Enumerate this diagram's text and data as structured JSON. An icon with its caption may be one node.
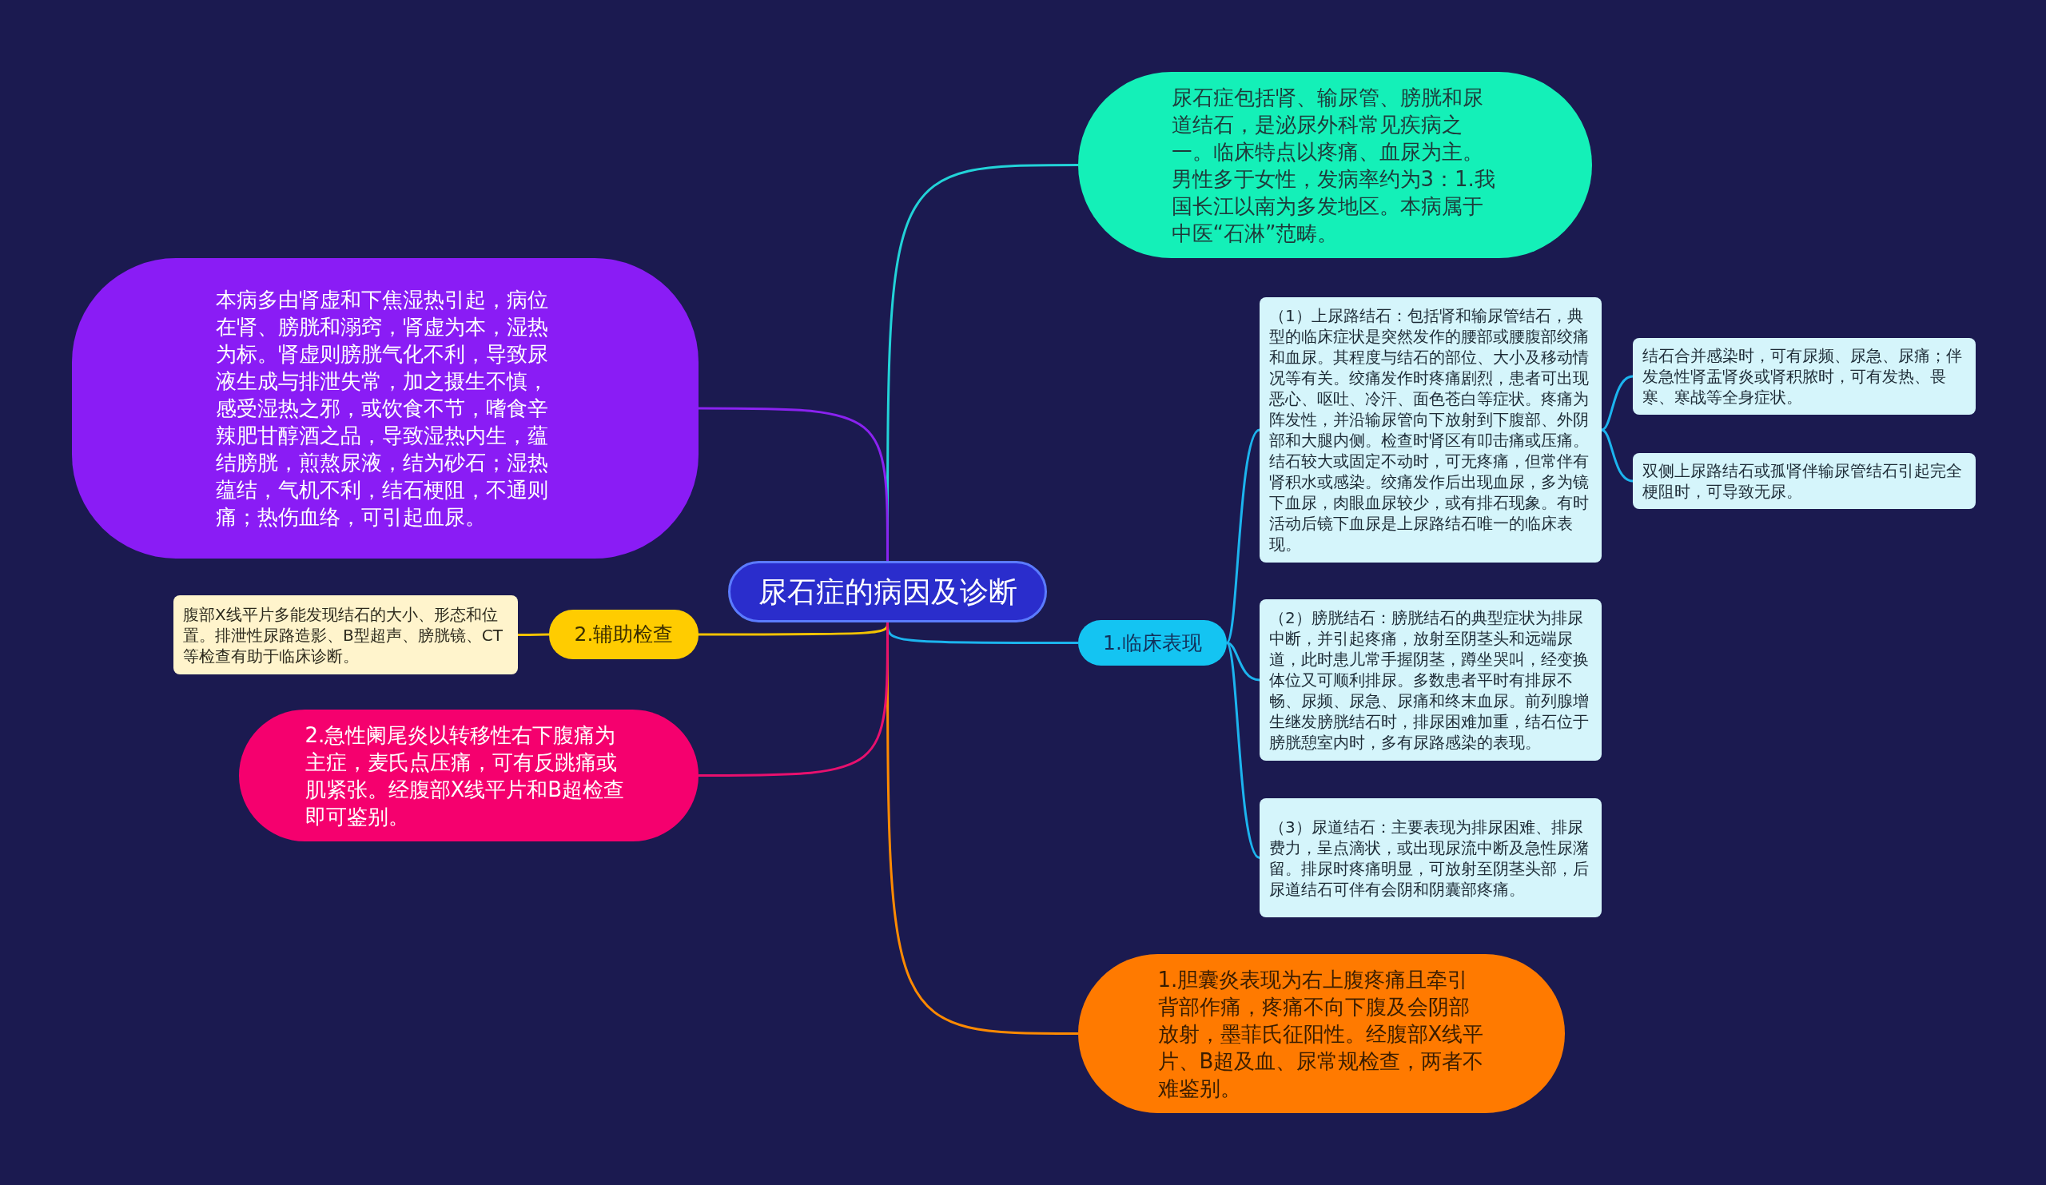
{
  "diagram": {
    "nodes": [
      {
        "text": [
          "尿石症的病因及诊断"
        ]
      },
      {
        "text": [
          "尿石症包括肾、输尿管、膀胱和尿道结石，是泌尿外科常见疾病之一。临床特点以疼痛、血尿为主。男性多于女性，发病率约为3：1.我国长江以南为多发地区。本病属于中医“石淋”范畴。"
        ]
      },
      {
        "text": [
          "1.临床表现"
        ]
      },
      {
        "text": [
          "（1）上尿路结石：包括肾和输尿管结石，典型的临床症状是突然发作的腰部或腰腹部绞痛和血尿。其程度与结石的部位、大小及移动情况等有关。绞痛发作时疼痛剧烈，患者可出现恶心、呕吐、冷汗、面色苍白等症状。疼痛为阵发性，并沿输尿管向下放射到下腹部、外阴部和大腿内侧。检查时肾区有叩击痛或压痛。结石较大或固定不动时，可无疼痛，但常伴有肾积水或感染。绞痛发作后出现血尿，多为镜下血尿，肉眼血尿较少，或有排石现象。有时活动后镜下血尿是上尿路结石唯一的临床表现。"
        ]
      },
      {
        "text": [
          "结石合并感染时，可有尿频、尿急、尿痛；伴发急性肾盂肾炎或肾积脓时，可有发热、畏寒、寒战等全身症状。"
        ]
      },
      {
        "text": [
          "双侧上尿路结石或孤肾伴输尿管结石引起完全梗阻时，可导致无尿。"
        ]
      },
      {
        "text": [
          "（2）膀胱结石：膀胱结石的典型症状为排尿中断，并引起疼痛，放射至阴茎头和远端尿道，此时患儿常手握阴茎，蹲坐哭叫，经变换体位又可顺利排尿。多数患者平时有排尿不畅、尿频、尿急、尿痛和终末血尿。前列腺增生继发膀胱结石时，排尿困难加重，结石位于膀胱憩室内时，多有尿路感染的表现。"
        ]
      },
      {
        "text": [
          "（3）尿道结石：主要表现为排尿困难、排尿费力，呈点滴状，或出现尿流中断及急性尿潴留。排尿时疼痛明显，可放射至阴茎头部，后尿道结石可伴有会阴和阴囊部疼痛。"
        ]
      },
      {
        "text": [
          "1.胆囊炎表现为右上腹疼痛且牵引背部作痛，疼痛不向下腹及会阴部放射，墨菲氏征阳性。经腹部X线平片、B超及血、尿常规检查，两者不难鉴别。"
        ]
      },
      {
        "text": [
          "本病多由肾虚和下焦湿热引起，病位在肾、膀胱和溺窍，肾虚为本，湿热为标。肾虚则膀胱气化不利，导致尿液生成与排泄失常，加之摄生不慎，感受湿热之邪，或饮食不节，嗜食辛辣肥甘醇酒之品，导致湿热内生，蕴结膀胱，煎熬尿液，结为砂石；湿热蕴结，气机不利，结石梗阻，不通则痛；热伤血络，可引起血尿。"
        ]
      },
      {
        "text": [
          "2.辅助检查"
        ]
      },
      {
        "text": [
          "腹部X线平片多能发现结石的大小、形态和位置。排泄性尿路造影、B型超声、膀胱镜、CT等检查有助于临床诊断。"
        ]
      },
      {
        "text": [
          "2.急性阑尾炎以转移性右下腹痛为主症，麦氏点压痛，可有反跳痛或肌紧张。经腹部X线平片和B超检查即可鉴别。"
        ]
      }
    ],
    "edges": [
      {
        "from": 0,
        "to": 1,
        "arrow": "none",
        "color": "#22d3d8"
      },
      {
        "from": 0,
        "to": 2,
        "arrow": "none",
        "color": "#1cb4ee"
      },
      {
        "from": 2,
        "to": 3,
        "arrow": "none",
        "color": "#1cb4ee"
      },
      {
        "from": 3,
        "to": 4,
        "arrow": "none",
        "color": "#1cb4ee"
      },
      {
        "from": 3,
        "to": 5,
        "arrow": "none",
        "color": "#1cb4ee"
      },
      {
        "from": 2,
        "to": 6,
        "arrow": "none",
        "color": "#1cb4ee"
      },
      {
        "from": 2,
        "to": 7,
        "arrow": "none",
        "color": "#1cb4ee"
      },
      {
        "from": 0,
        "to": 8,
        "arrow": "none",
        "color": "#ff8a00"
      },
      {
        "from": 0,
        "to": 9,
        "arrow": "none",
        "color": "#8a22f0"
      },
      {
        "from": 0,
        "to": 10,
        "arrow": "none",
        "color": "#f2c200"
      },
      {
        "from": 10,
        "to": 11,
        "arrow": "none",
        "color": "#f2c200"
      },
      {
        "from": 0,
        "to": 12,
        "arrow": "none",
        "color": "#e8106e"
      }
    ]
  }
}
